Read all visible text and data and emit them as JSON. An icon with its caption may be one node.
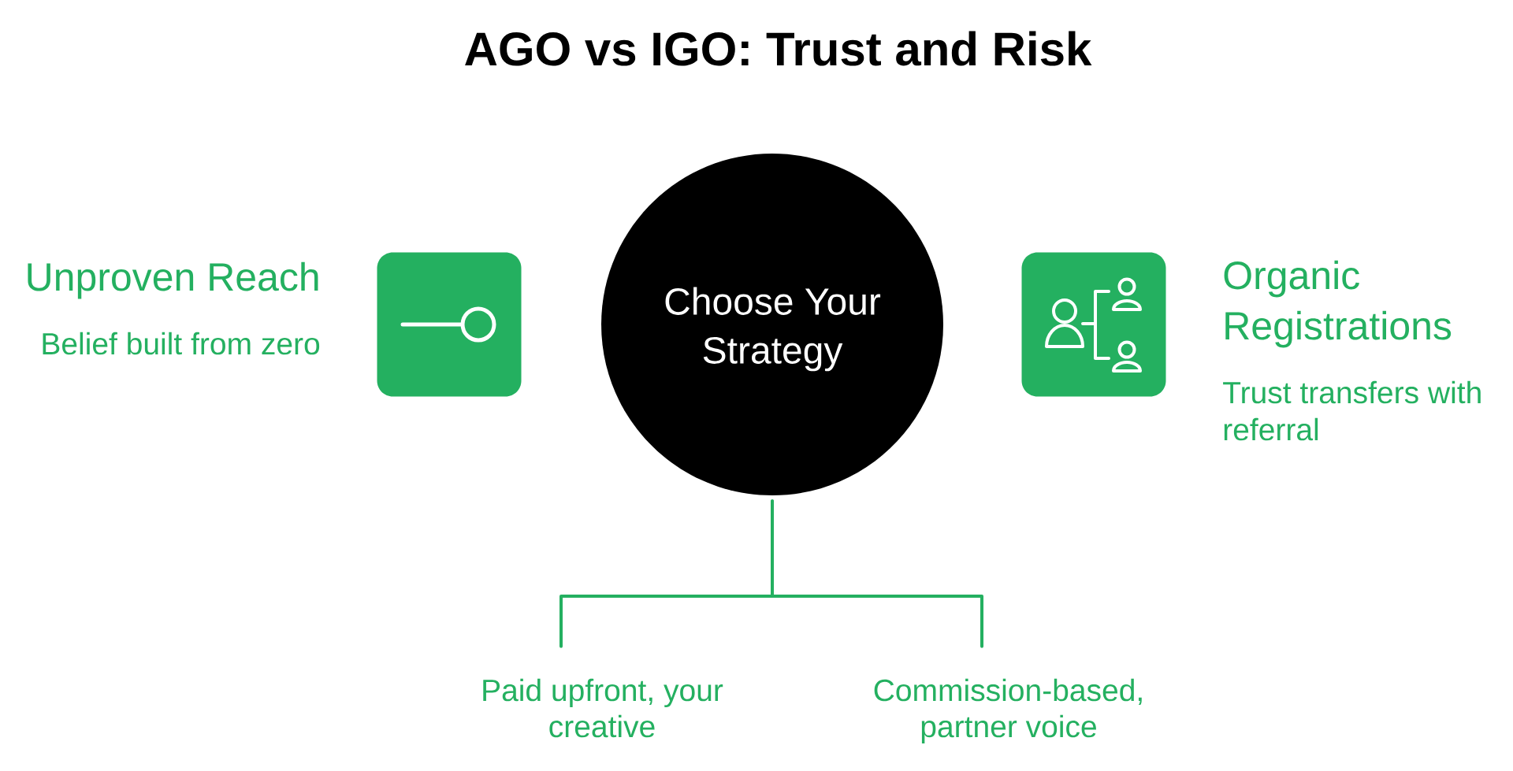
{
  "diagram": {
    "title": "AGO vs IGO: Trust and Risk",
    "nodes": [
      {
        "text": [],
        "shape": "box",
        "beside": [
          "Unproven Reach",
          "Belief built from zero"
        ]
      },
      {
        "text": [
          "Choose Your Strategy"
        ]
      },
      {
        "text": [],
        "shape": "box",
        "beside": [
          "Organic Registrations",
          "Trust transfers with referral"
        ]
      },
      {
        "text": [
          "Paid upfront, your creative"
        ]
      },
      {
        "text": [
          "Commission-based, partner voice"
        ]
      }
    ],
    "edges": [
      {
        "from": 1,
        "to": 3,
        "arrow": "none"
      },
      {
        "from": 1,
        "to": 4,
        "arrow": "none"
      }
    ]
  }
}
